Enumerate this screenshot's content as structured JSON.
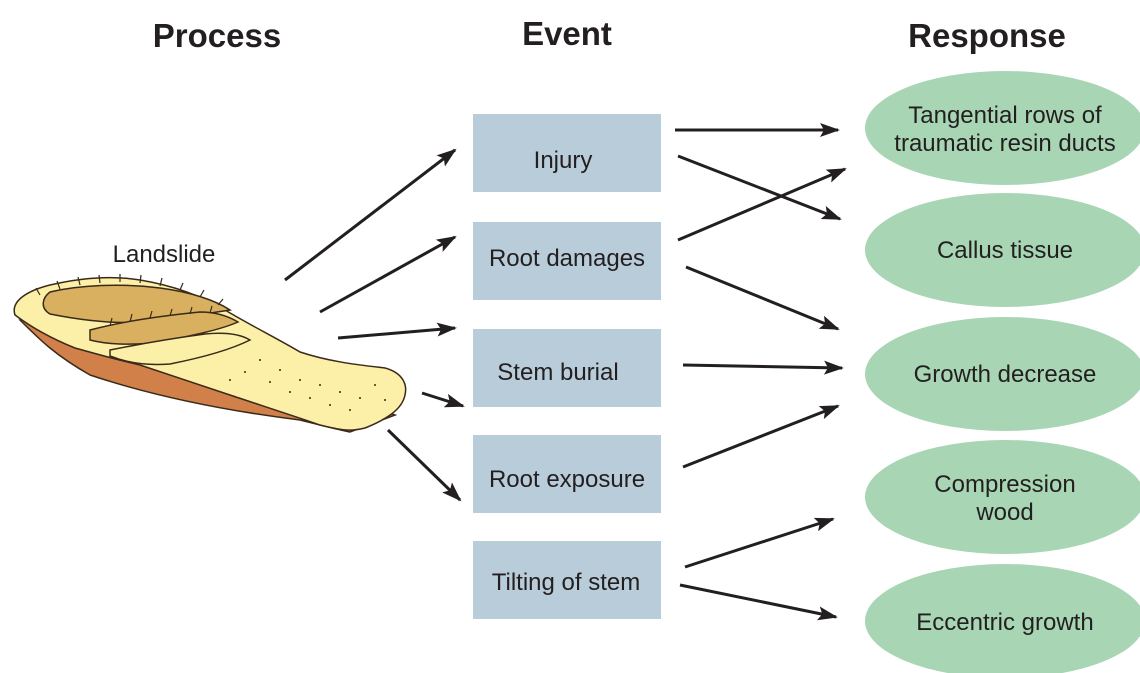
{
  "headers": {
    "process": "Process",
    "event": "Event",
    "response": "Response"
  },
  "process": {
    "label": "Landslide"
  },
  "events": [
    "Injury",
    "Root damages",
    "Stem burial",
    "Root exposure",
    "Tilting of stem"
  ],
  "responses": [
    [
      "Tangential rows of",
      "traumatic resin ducts"
    ],
    [
      "Callus tissue"
    ],
    [
      "Growth decrease"
    ],
    [
      "Compression",
      "wood"
    ],
    [
      "Eccentric growth"
    ]
  ],
  "links": [
    {
      "from": "Injury",
      "to": "Tangential rows of traumatic resin ducts"
    },
    {
      "from": "Injury",
      "to": "Callus tissue"
    },
    {
      "from": "Root damages",
      "to": "Tangential rows of traumatic resin ducts"
    },
    {
      "from": "Root damages",
      "to": "Growth decrease"
    },
    {
      "from": "Stem burial",
      "to": "Growth decrease"
    },
    {
      "from": "Root exposure",
      "to": "Growth decrease"
    },
    {
      "from": "Tilting of stem",
      "to": "Compression wood"
    },
    {
      "from": "Tilting of stem",
      "to": "Eccentric growth"
    }
  ],
  "colors": {
    "event_box": "#b8ccd9",
    "response_ellipse": "#a8d5b4",
    "landslide_light": "#fcf0a8",
    "landslide_mid": "#d8b060",
    "landslide_dark": "#d08048",
    "text": "#231f20"
  }
}
